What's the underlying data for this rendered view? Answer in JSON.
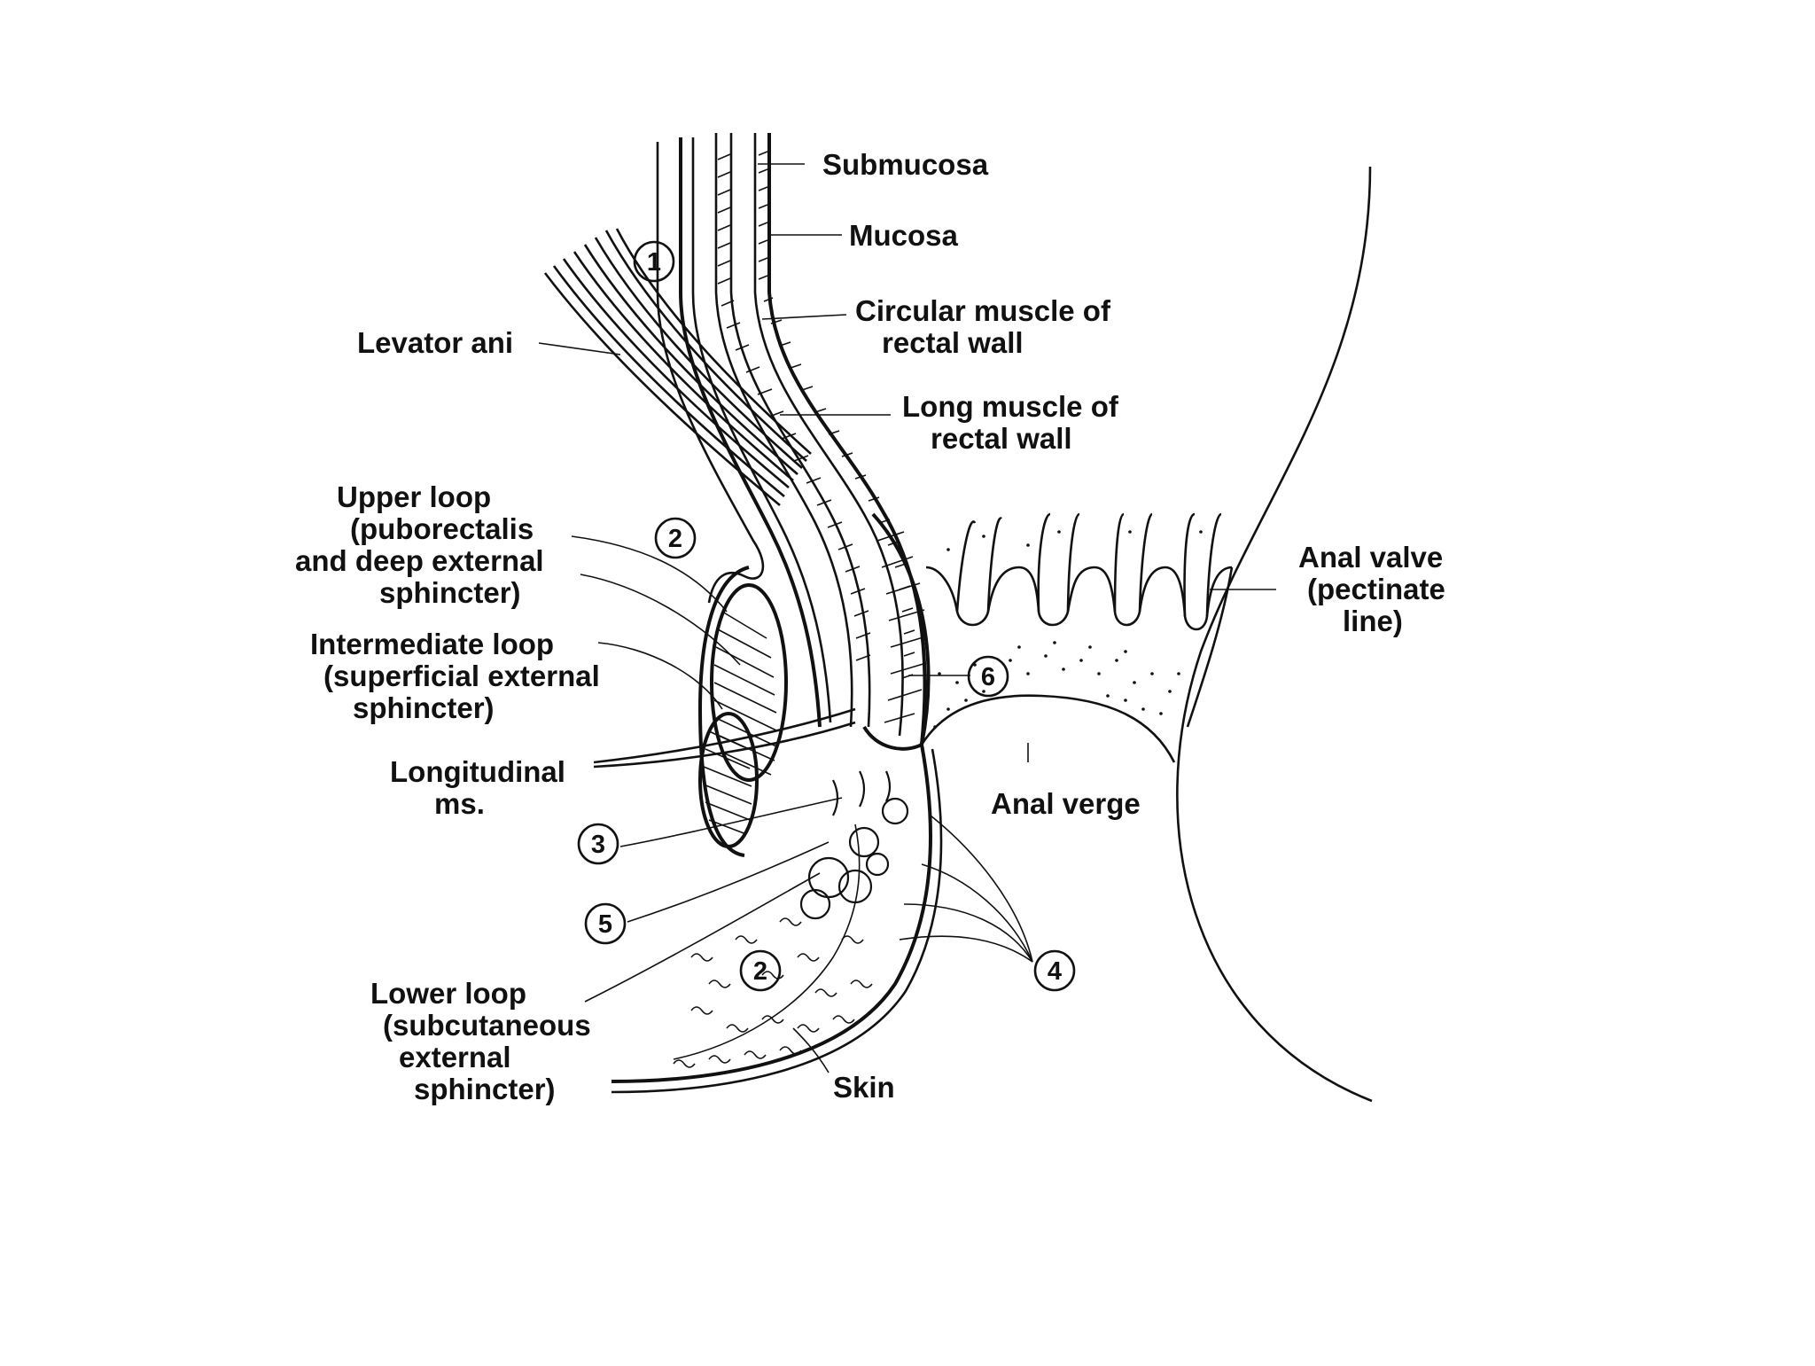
{
  "labels": {
    "submucosa": "Submucosa",
    "mucosa": "Mucosa",
    "circular_muscle": [
      "Circular muscle of",
      "rectal wall"
    ],
    "long_muscle": [
      "Long muscle of",
      "rectal wall"
    ],
    "levator_ani": "Levator ani",
    "upper_loop": [
      "Upper loop",
      "(puborectalis",
      "and deep external",
      "sphincter)"
    ],
    "intermediate_loop": [
      "Intermediate loop",
      "(superficial external",
      "sphincter)"
    ],
    "longitudinal": [
      "Longitudinal",
      "ms."
    ],
    "lower_loop": [
      "Lower loop",
      "(subcutaneous",
      "external",
      "sphincter)"
    ],
    "skin": "Skin",
    "anal_verge": "Anal verge",
    "anal_valve": [
      "Anal valve",
      "(pectinate",
      "line)"
    ]
  },
  "markers": {
    "m1": "1",
    "m2_upper": "2",
    "m2_lower": "2",
    "m3": "3",
    "m4": "4",
    "m5": "5",
    "m6": "6"
  }
}
